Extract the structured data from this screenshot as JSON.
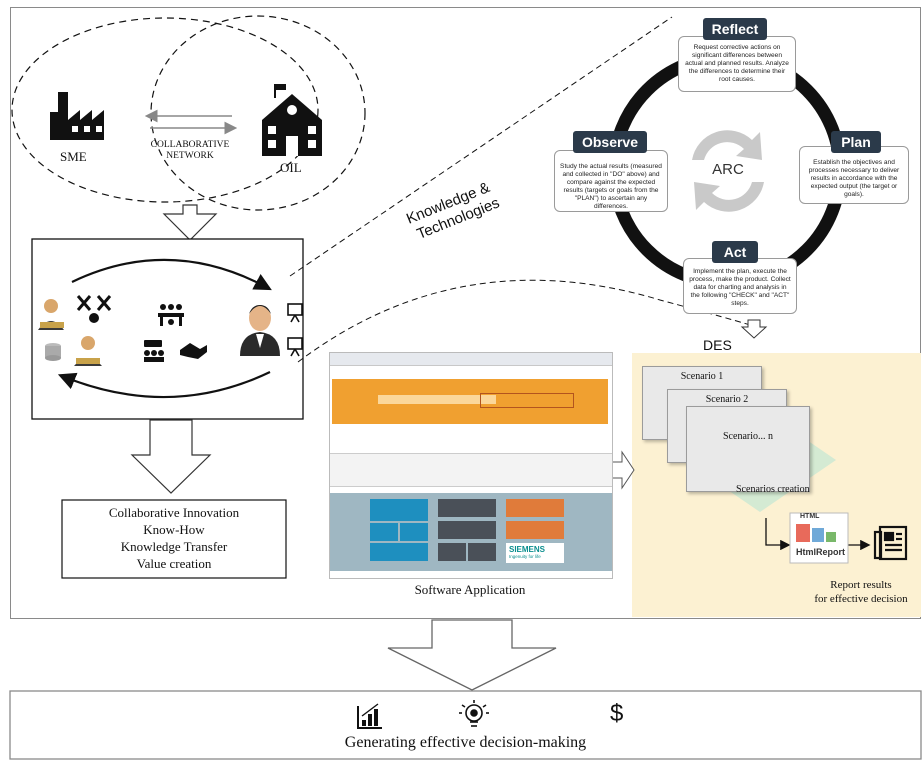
{
  "network": {
    "sme_label": "SME",
    "oil_label": "OIL",
    "collab_line1": "COLLABORATIVE",
    "collab_line2": "NETWORK"
  },
  "knowledge_label_line1": "Knowledge &",
  "knowledge_label_line2": "Technologies",
  "outcomes": [
    "Collaborative Innovation",
    "Know-How",
    "Knowledge Transfer",
    "Value creation"
  ],
  "arc": {
    "center_label": "ARC",
    "reflect": {
      "label": "Reflect",
      "text": "Request corrective actions on significant differences between actual and planned results. Analyze the differences to determine their root causes."
    },
    "plan": {
      "label": "Plan",
      "text": "Establish the objectives and processes necessary to deliver results in accordance with the expected output (the target or goals)."
    },
    "act": {
      "label": "Act",
      "text": "Implement the plan, execute the process, make the product. Collect data for charting and analysis in the following \"CHECK\" and \"ACT\" steps."
    },
    "observe": {
      "label": "Observe",
      "text": "Study the actual results (measured and collected in \"DO\" above) and compare against the expected results (targets or goals from the \"PLAN\") to ascertain any differences."
    }
  },
  "des_label": "DES",
  "software_caption": "Software Application",
  "software_brand": "SIEMENS",
  "software_tagline": "Ingenuity for life",
  "scenarios": [
    "Scenario 1",
    "Scenario 2",
    "Scenario... n"
  ],
  "scenarios_caption": "Scenarios creation",
  "html_report": {
    "badge": "HTML",
    "label": "HtmlReport"
  },
  "report_caption_line1": "Report results",
  "report_caption_line2": "for effective decision",
  "bottom": {
    "title": "Generating effective decision-making",
    "icons": [
      "bar-chart-icon",
      "lightbulb-gear-icon",
      "dollar-icon"
    ]
  },
  "colors": {
    "accent_orange": "#f0a030",
    "panel_cream": "#fcf1d2",
    "label_dark": "#2b3a4a",
    "diamond_green": "#cfe9d3"
  }
}
